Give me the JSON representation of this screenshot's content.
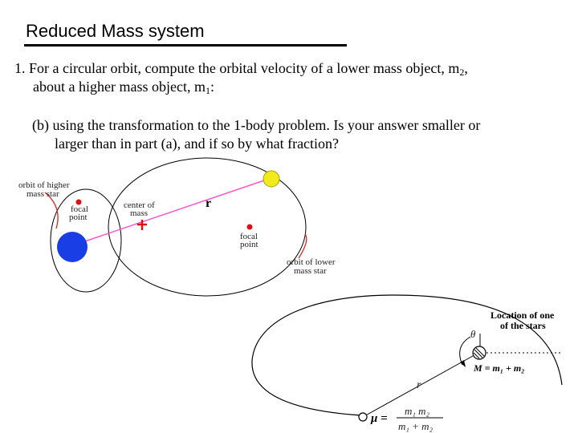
{
  "title": "Reduced Mass system",
  "question": {
    "number": "1.",
    "line1_pre": "For a circular orbit, compute the orbital velocity of a lower mass object, m",
    "line1_sub": "2",
    "line1_post": ",",
    "line2_pre": "about a higher mass object, m",
    "line2_sub": "1",
    "line2_post": ":",
    "part_b_line1": "(b) using the transformation to the 1-body problem.  Is your answer smaller or",
    "part_b_line2": "larger than in part (a), and if so by what fraction?"
  },
  "diagram_top": {
    "orbit_higher_label_1": "orbit of higher",
    "orbit_higher_label_2": "mass star",
    "focal_point_left_1": "focal",
    "focal_point_left_2": "point",
    "center_of_mass_1": "center of",
    "center_of_mass_2": "mass",
    "separation_label": "r",
    "focal_point_right_1": "focal",
    "focal_point_right_2": "point",
    "orbit_lower_label_1": "orbit of lower",
    "orbit_lower_label_2": "mass star",
    "colors": {
      "large_star": "#1a3ee6",
      "small_star": "#f2ea1a",
      "line": "#ff55cc",
      "focal": "#e01010",
      "cm": "#e01010",
      "pointer": "#e02020"
    }
  },
  "diagram_bottom": {
    "location_label_1": "Location of one",
    "location_label_2": "of the stars",
    "theta_label": "θ",
    "total_mass_label": "M = m₁ + m₂",
    "r_label": "r",
    "mu_label": "μ =",
    "mu_numerator": "m₁ m₂",
    "mu_denominator": "m₁ + m₂"
  }
}
